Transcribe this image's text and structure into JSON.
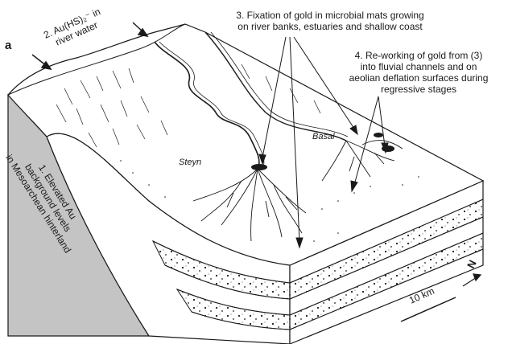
{
  "figure": {
    "panel_letter": "a",
    "labels": {
      "label1": [
        "1. Elevated Au",
        "background levels",
        "in Mesoarchean hinterland"
      ],
      "label2": [
        "2. Au(HS)₂⁻ in",
        "river water"
      ],
      "label3": [
        "3. Fixation of gold in microbial mats growing",
        "on river banks, estuaries and shallow coast"
      ],
      "label4": [
        "4. Re-working of gold from (3)",
        "into fluvial channels and on",
        "aeolian deflation surfaces during",
        "regressive stages"
      ],
      "steyn": "Steyn",
      "basal": "Basal",
      "scale_bar": "10 km",
      "north": "N"
    },
    "colors": {
      "ink": "#1a1a1a",
      "hinterland_shade": "#c4c4c4",
      "surface": "#ffffff"
    }
  }
}
